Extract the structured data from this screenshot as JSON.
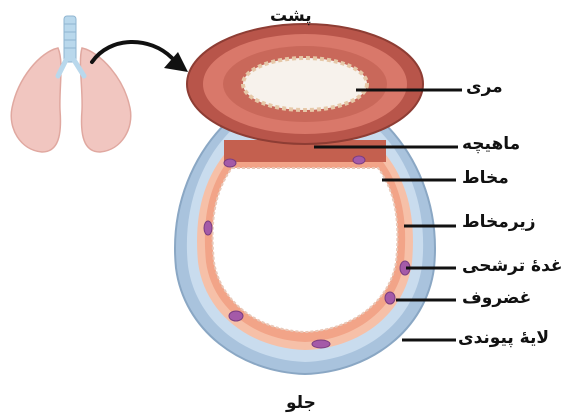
{
  "orientation": {
    "top": "پشت",
    "bottom": "جلو"
  },
  "labels": {
    "esophagus": "مری",
    "muscle": "ماهیچه",
    "mucosa": "مخاط",
    "submucosa": "زیرمخاط",
    "gland": "غدهٔ ترشحی",
    "cartilage": "غضروف",
    "connective": "لایهٔ پیوندی"
  },
  "colors": {
    "esophagus_outer": "#b8554a",
    "esophagus_inner": "#d9786a",
    "cartilage": "#c9dcee",
    "connective": "#a9c3dd",
    "mucosa": "#f2a488",
    "submucosa": "#f6c0a8",
    "gland": "#a45aa8",
    "lungs": "#f1c6c0",
    "trachea": "#b9d8ec"
  }
}
